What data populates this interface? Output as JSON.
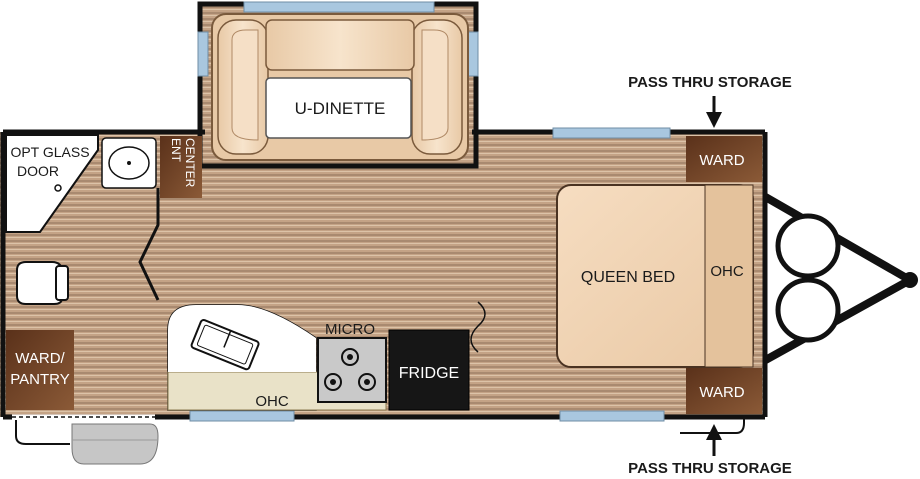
{
  "labels": {
    "u_dinette": "U-DINETTE",
    "opt_glass_door_1": "OPT GLASS",
    "opt_glass_door_2": "DOOR",
    "ent": "ENT",
    "center": "CENTER",
    "ward_top": "WARD",
    "ward_bottom": "WARD",
    "queen_bed": "QUEEN BED",
    "ohc_bed": "OHC",
    "ohc_kitchen": "OHC",
    "micro": "MICRO",
    "fridge": "FRIDGE",
    "ward_pantry_1": "WARD/",
    "ward_pantry_2": "PANTRY",
    "pass_thru_top": "PASS THRU STORAGE",
    "pass_thru_bottom": "PASS THRU STORAGE"
  },
  "colors": {
    "wall": "#111111",
    "window": "#a9c7df",
    "wood_light": "#c9a98a",
    "wood_dark": "#8a6a52",
    "ward": "#6e3f22",
    "bed": "#f2d4b4",
    "cushion": "#f4dcc0",
    "counter": "#e9e2c8",
    "fridge": "#161616",
    "bath_floor": "#ffffff"
  }
}
